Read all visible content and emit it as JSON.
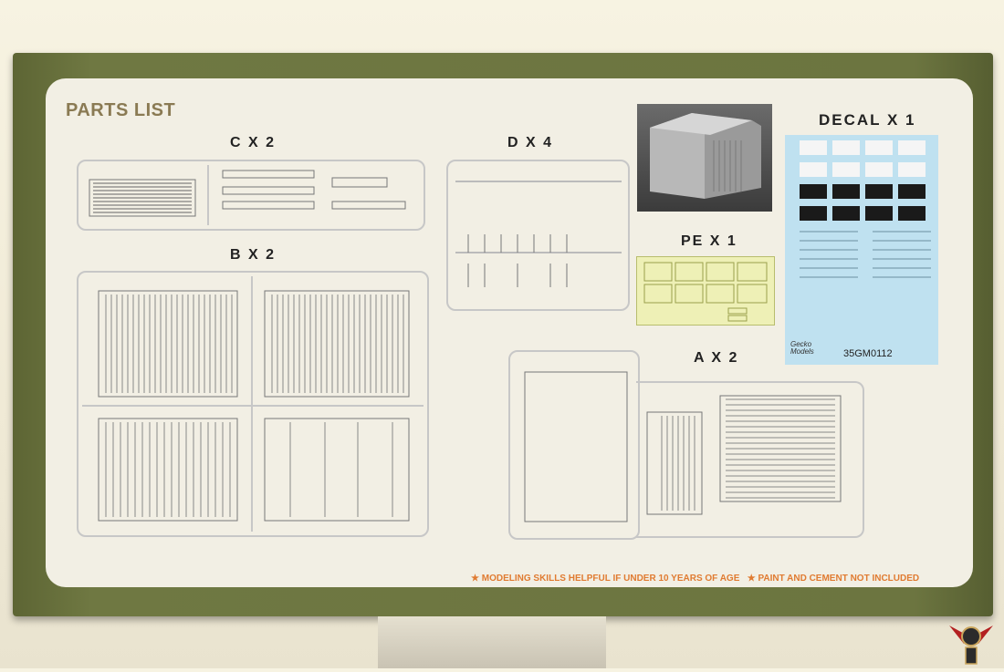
{
  "header": {
    "parts_list": "PARTS LIST"
  },
  "sprues": {
    "c": "C X 2",
    "d": "D X 4",
    "b": "B X 2",
    "a": "A X 2",
    "pe": "PE X 1",
    "decal": "DECAL X 1"
  },
  "decal_sheet": {
    "brand_line1": "Gecko",
    "brand_line2": "Models",
    "code": "35GM0112"
  },
  "footer": {
    "note1": "MODELING SKILLS HELPFUL IF UNDER 10 YEARS OF AGE",
    "note2": "PAINT AND CEMENT NOT INCLUDED",
    "star": "★"
  },
  "colors": {
    "box_green": "#6c7540",
    "accent_orange": "#e07b31",
    "decal_blue": "#bfe1f0"
  },
  "icons": {
    "watermark": "rm-winged-logo-icon"
  }
}
